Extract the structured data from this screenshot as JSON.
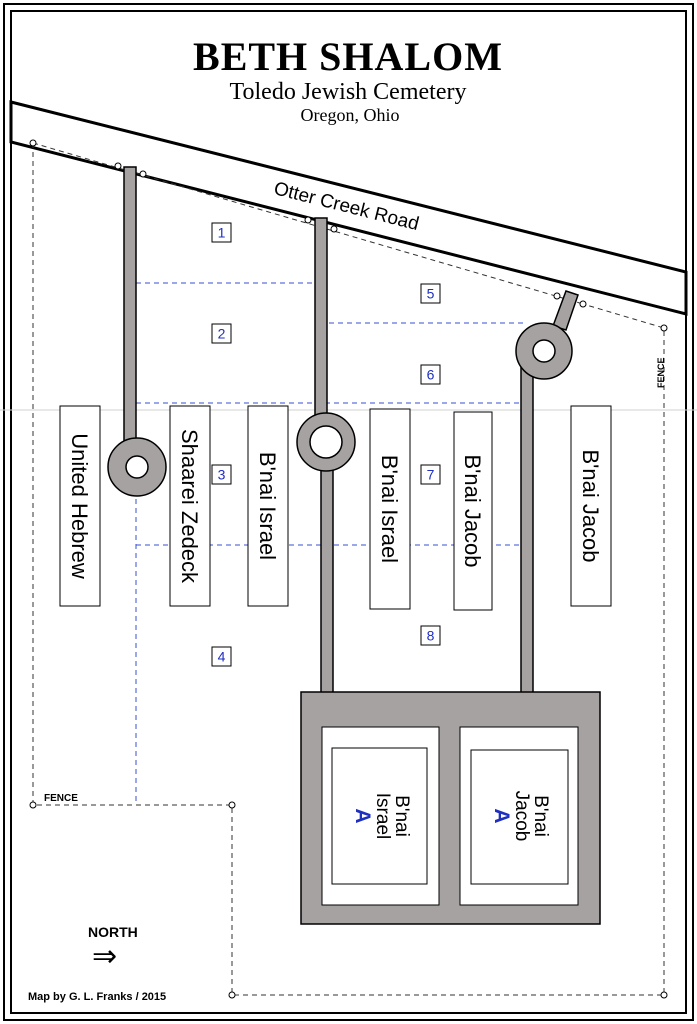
{
  "title": {
    "main": "BETH SHALOM",
    "subtitle": "Toledo Jewish Cemetery",
    "location": "Oregon, Ohio"
  },
  "road": {
    "name": "Otter Creek Road"
  },
  "fence_labels": {
    "right": "FENCE",
    "left": "FENCE"
  },
  "sections": [
    "1",
    "2",
    "3",
    "4",
    "5",
    "6",
    "7",
    "8"
  ],
  "plots": {
    "united_hebrew": "United Hebrew",
    "shaarei_zedeck": "Shaarei Zedeck",
    "bnai_israel_1": "B'nai Israel",
    "bnai_israel_2": "B'nai Israel",
    "bnai_jacob_1": "B'nai Jacob",
    "bnai_jacob_2": "B'nai Jacob"
  },
  "building": {
    "left": {
      "line1": "B'nai",
      "line2": "Israel",
      "letter": "A"
    },
    "right": {
      "line1": "B'nai",
      "line2": "Jacob",
      "letter": "A"
    }
  },
  "north": {
    "label": "NORTH",
    "arrow": "⇒"
  },
  "credit": "Map by G. L. Franks / 2015",
  "colors": {
    "road_gray": "#a6a2a2",
    "section_blue": "#1f2fbf",
    "dash_blue": "#3a4fd6"
  }
}
